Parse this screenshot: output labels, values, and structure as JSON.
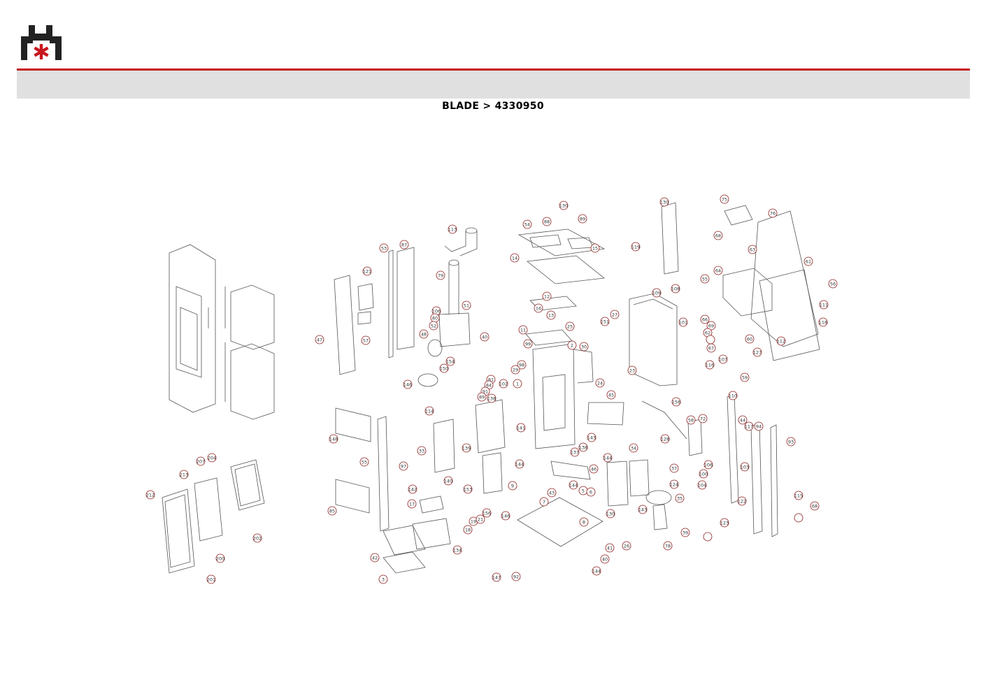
{
  "header": {
    "title": "BLADE > 4330950",
    "brand_color": "#c8171e",
    "band_color": "#e0e0e0"
  },
  "logo": {
    "icon": "brand-logo-icon"
  },
  "diagram": {
    "type": "exploded-parts-drawing",
    "callouts": [
      "212",
      "213",
      "204",
      "207",
      "202",
      "200",
      "201",
      "121",
      "57",
      "47",
      "53",
      "87",
      "148",
      "55",
      "97",
      "85",
      "113",
      "79",
      "106",
      "80",
      "52",
      "48",
      "51",
      "40",
      "154",
      "150",
      "146",
      "81",
      "84",
      "91",
      "89",
      "102",
      "138",
      "114",
      "33",
      "139",
      "140",
      "153",
      "141",
      "142",
      "17",
      "18",
      "19",
      "21",
      "156",
      "42",
      "3",
      "134",
      "147",
      "92",
      "146",
      "130",
      "88",
      "89",
      "54",
      "15",
      "14",
      "12",
      "16",
      "13",
      "11",
      "25",
      "2",
      "99",
      "98",
      "29",
      "1",
      "151",
      "30",
      "27",
      "23",
      "24",
      "138",
      "137",
      "45",
      "143",
      "144",
      "46",
      "144",
      "43",
      "5",
      "6",
      "7",
      "8",
      "9",
      "41",
      "40",
      "144",
      "144",
      "34",
      "37",
      "124",
      "35",
      "143",
      "39",
      "78",
      "130",
      "26",
      "130",
      "119",
      "109",
      "108",
      "101",
      "116",
      "156",
      "128",
      "58",
      "72",
      "75",
      "76",
      "68",
      "63",
      "64",
      "55",
      "66",
      "69",
      "62",
      "67",
      "107",
      "60",
      "127",
      "59",
      "61",
      "56",
      "118",
      "112",
      "111",
      "110",
      "44",
      "117",
      "103",
      "94",
      "93",
      "100",
      "104",
      "123",
      "106",
      "122",
      "115",
      "68"
    ]
  }
}
